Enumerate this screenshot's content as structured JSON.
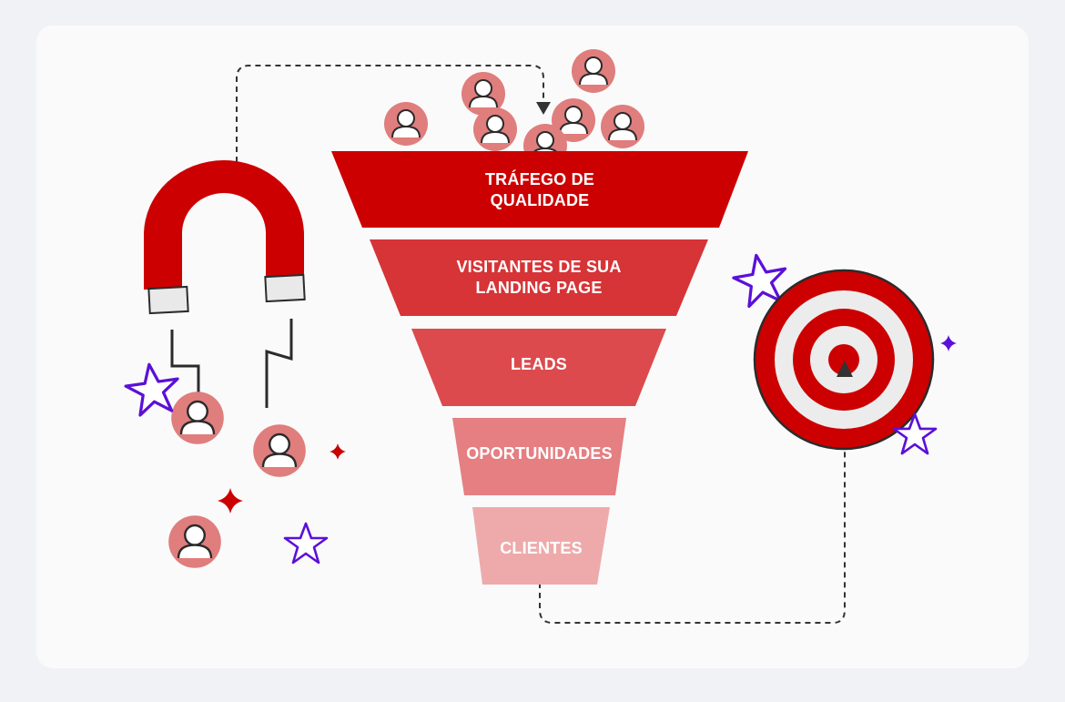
{
  "funnel": {
    "stages": [
      {
        "label": "TRÁFEGO DE\nQUALIDADE",
        "color": "#cc0000"
      },
      {
        "label": "VISITANTES DE SUA\nLANDING PAGE",
        "color": "#d63437"
      },
      {
        "label": "LEADS",
        "color": "#dc4a4d"
      },
      {
        "label": "OPORTUNIDADES",
        "color": "#e57f82"
      },
      {
        "label": "CLIENTES",
        "color": "#eeaaaa"
      }
    ]
  },
  "colors": {
    "brand_red": "#cc0000",
    "avatar_fill": "#e07d7d",
    "star_purple": "#5b10d8",
    "connector": "#333333",
    "target_white": "#ececec",
    "magnet_tip": "#e9e9e9"
  },
  "icons": [
    "magnet-icon",
    "target-icon",
    "user-avatar-icon",
    "star-icon",
    "sparkle-icon",
    "arrow-icon"
  ]
}
